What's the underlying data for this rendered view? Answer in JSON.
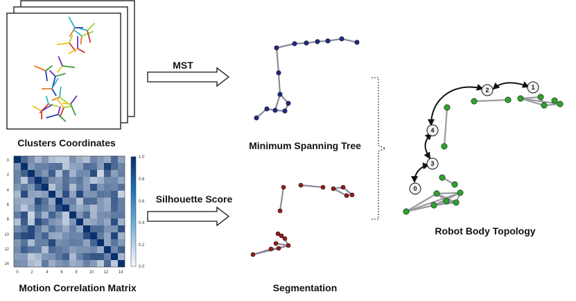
{
  "labels": {
    "clusters_coordinates": "Clusters Coordinates",
    "motion_correlation_matrix": "Motion Correlation Matrix",
    "mst_arrow": "MST",
    "silhouette_arrow": "Silhouette Score",
    "minimum_spanning_tree": "Minimum Spanning Tree",
    "segmentation": "Segmentation",
    "robot_body_topology": "Robot Body Topology"
  },
  "matrix": {
    "x_ticks": [
      "0",
      "2",
      "4",
      "6",
      "8",
      "10",
      "12",
      "14"
    ],
    "y_ticks": [
      "0",
      "2",
      "4",
      "6",
      "8",
      "10",
      "12",
      "14"
    ],
    "colorbar_ticks": [
      "1.0",
      "0.8",
      "0.6",
      "0.4",
      "0.2",
      "0.0"
    ]
  },
  "topology": {
    "node_labels": [
      "0",
      "1",
      "2",
      "3",
      "4"
    ]
  },
  "colors": {
    "mst_node": "#1f2a8a",
    "segment_node": "#a01818",
    "topology_node": "#2ea32e",
    "edge": "#8a8a9a",
    "heat_dark": "#08306b",
    "heat_light": "#f7fbff"
  }
}
